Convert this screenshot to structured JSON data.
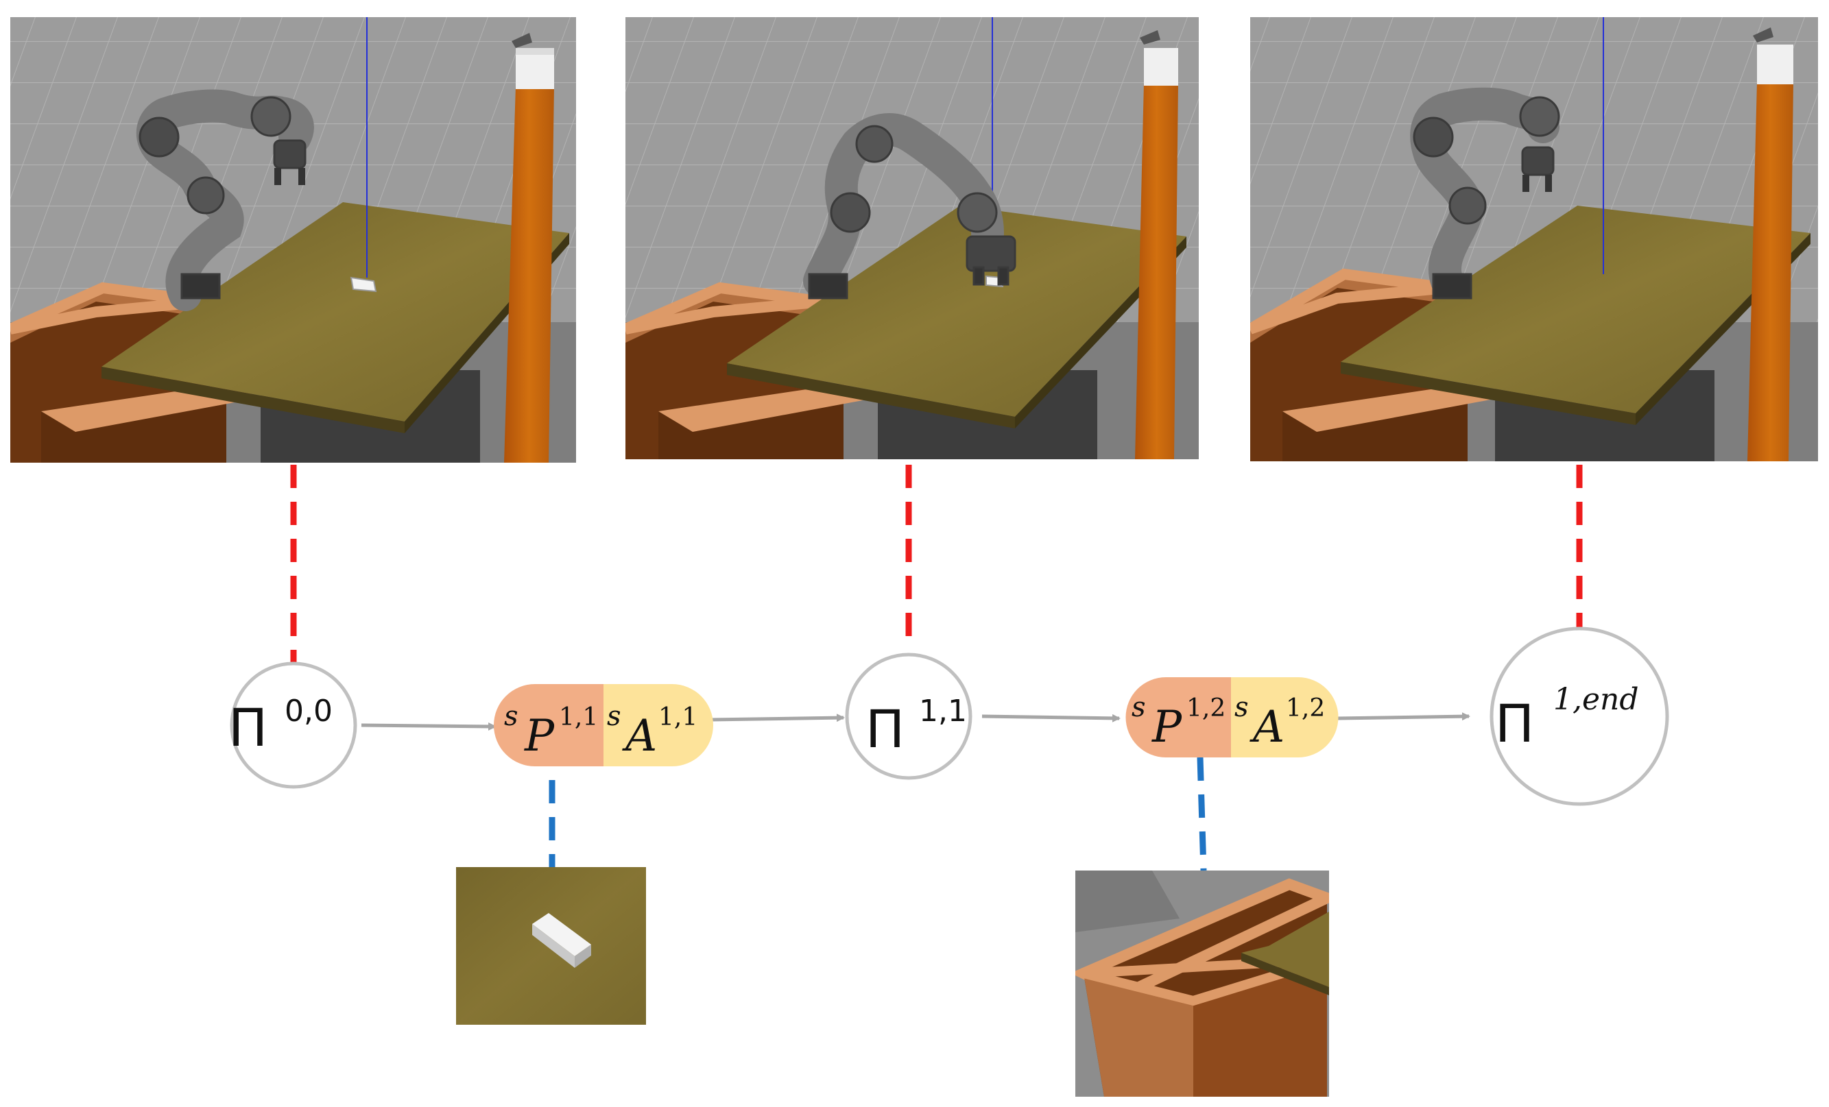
{
  "nodes": [
    {
      "id": "pi-0-0",
      "symbol": "Π",
      "superscript": "0,0"
    },
    {
      "id": "pi-1-1",
      "symbol": "Π",
      "superscript": "1,1"
    },
    {
      "id": "pi-1-end",
      "symbol": "Π",
      "superscript": "1,end"
    }
  ],
  "pills": [
    {
      "id": "pill-1",
      "left_prefix": "s",
      "left_symbol": "P",
      "left_sup": "1,1",
      "right_prefix": "s",
      "right_symbol": "A",
      "right_sup": "1,1"
    },
    {
      "id": "pill-2",
      "left_prefix": "s",
      "left_symbol": "P",
      "left_sup": "1,2",
      "right_prefix": "s",
      "right_symbol": "A",
      "right_sup": "1,2"
    }
  ],
  "colors": {
    "node_stroke": "#c0c0c0",
    "arrow": "#a6a6a6",
    "pill_left": "#f2ae86",
    "pill_right": "#fde39a",
    "red_dash": "#ee1c1c",
    "blue_dash": "#1f74c4",
    "floor": "#9a9a9a",
    "table_wood": "#7d6c2f",
    "bin_wood": "#7a3e12",
    "bin_rim": "#d69565",
    "pole": "#c8600f",
    "robot": "#6b6b6b"
  },
  "scenes": [
    {
      "id": "scene-1",
      "desc_icon": "robot-arm-idle-icon"
    },
    {
      "id": "scene-2",
      "desc_icon": "robot-arm-grasp-icon"
    },
    {
      "id": "scene-3",
      "desc_icon": "robot-arm-done-icon"
    }
  ],
  "crops": [
    {
      "id": "crop-object",
      "icon": "block-object-icon"
    },
    {
      "id": "crop-bin",
      "icon": "bin-icon"
    }
  ]
}
